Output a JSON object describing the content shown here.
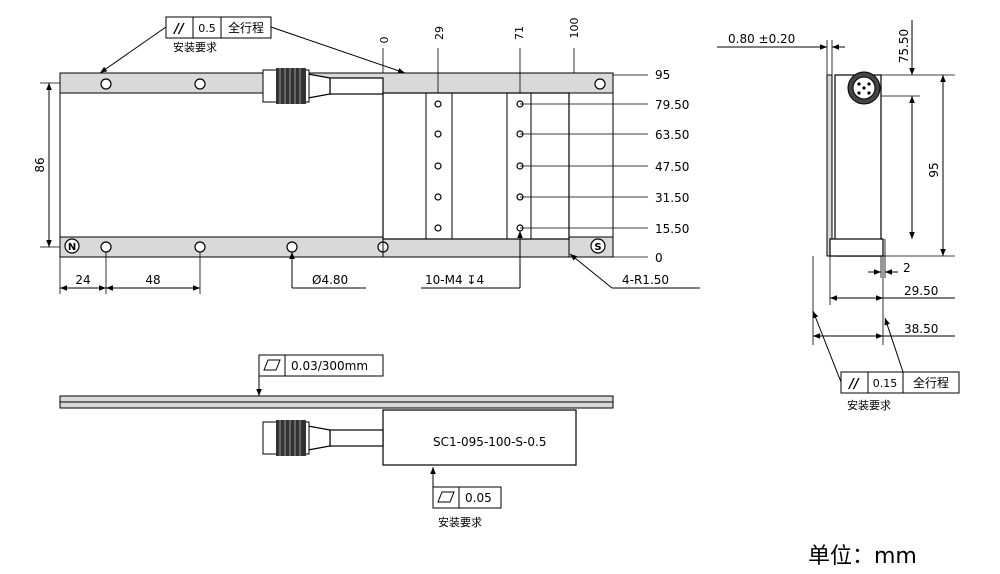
{
  "main_view": {
    "parallel_box": {
      "symbol": "//",
      "value": "0.5",
      "scope": "全行程",
      "note": "安装要求"
    },
    "top_ticks": [
      "0",
      "29",
      "71",
      "100"
    ],
    "right_dims": [
      "95",
      "79.50",
      "63.50",
      "47.50",
      "31.50",
      "15.50",
      "0"
    ],
    "height_dim": "86",
    "bottom_dims": [
      "24",
      "48"
    ],
    "hole_dia": "Ø4.80",
    "thread_note": "10-M4 ↧4",
    "radius_note": "4-R1.50",
    "pole_n": "N",
    "pole_s": "S"
  },
  "side_view": {
    "thickness": "0.80 ±0.20",
    "top_dim": "75.50",
    "height_dim": "95",
    "gap_dim": "2",
    "dim_29": "29.50",
    "dim_38": "38.50",
    "parallel_box": {
      "symbol": "//",
      "value": "0.15",
      "scope": "全行程",
      "note": "安装要求"
    }
  },
  "bottom_view": {
    "flatness_top": {
      "symbol": "▱",
      "value": "0.03/300mm"
    },
    "model": "SC1-095-100-S-0.5",
    "flatness_bottom": {
      "symbol": "▱",
      "value": "0.05",
      "note": "安装要求"
    }
  },
  "unit_label": "单位：mm"
}
